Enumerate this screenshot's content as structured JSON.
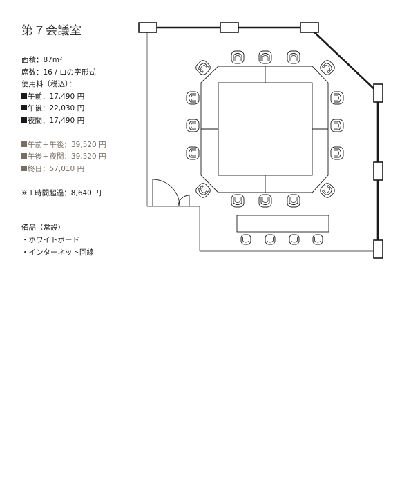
{
  "title": "第７会議室",
  "specs": {
    "area": "面積：87m²",
    "seats": "席数：16 / ロの字形式",
    "fee_heading": "使用料（税込）：",
    "fees": [
      {
        "label": "午前：17,490 円"
      },
      {
        "label": "午後：22,030 円"
      },
      {
        "label": "夜間：17,490 円"
      }
    ],
    "packages": [
      {
        "label": "午前＋午後：39,520 円"
      },
      {
        "label": "午後＋夜間：39,520 円"
      },
      {
        "label": "終日：57,010 円"
      }
    ],
    "overtime": "※１時間超過：8,640 円"
  },
  "equipment": {
    "heading": "備品（常設）",
    "items": [
      "・ホワイトボード",
      "・インターネット回線"
    ]
  },
  "colors": {
    "text": "#1a1a1a",
    "accent_gray": "#7a6e62"
  }
}
